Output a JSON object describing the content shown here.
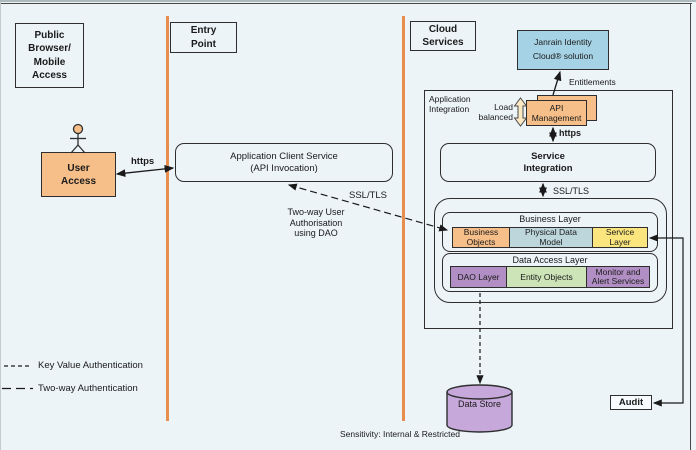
{
  "header": {
    "public_access": "Public\nBrowser/\nMobile\nAccess",
    "entry_point": "Entry\nPoint",
    "cloud_services": "Cloud\nServices"
  },
  "nodes": {
    "user_access": "User\nAccess",
    "app_client_service": "Application Client Service\n(API Invocation)",
    "janrain": "Janrain Identity\nCloud® solution",
    "application_integration": "Application\nIntegration",
    "api_management": "API\nManagement",
    "service_integration": "Service\nIntegration",
    "business_layer": {
      "title": "Business Layer",
      "business_objects": "Business\nObjects",
      "physical_data_model": "Physical Data\nModel",
      "service_layer": "Service\nLayer"
    },
    "data_access_layer": {
      "title": "Data Access Layer",
      "dao_layer": "DAO Layer",
      "entity_objects": "Entity Objects",
      "monitor_alert": "Monitor and\nAlert Services"
    },
    "data_store": "Data Store",
    "audit": "Audit"
  },
  "labels": {
    "https_user": "https",
    "https_api": "https",
    "entitlements": "Entitlements",
    "load_balanced": "Load\nbalanced",
    "ssl_tls_diagonal": "SSL/TLS",
    "ssl_tls_vertical": "SSL/TLS",
    "two_way_auth_note": "Two-way User\nAuthorisation\nusing DAO"
  },
  "legend": {
    "key_value": "Key Value Authentication",
    "two_way": "Two-way Authentication"
  },
  "footer": {
    "sensitivity": "Sensitivity: Internal & Restricted"
  },
  "colors": {
    "bg": "#ECF4F8",
    "orange": "#F6BE88",
    "lifeline": "#E78E4F",
    "blue": "#A5D2E4",
    "paleblue": "#BCD6DC",
    "yellow": "#FAE57E",
    "purple": "#B18FC4",
    "green": "#CDE4B8",
    "lavender": "#C7A8DA",
    "cream": "#FBE9C4",
    "line": "#1A1A1A"
  }
}
